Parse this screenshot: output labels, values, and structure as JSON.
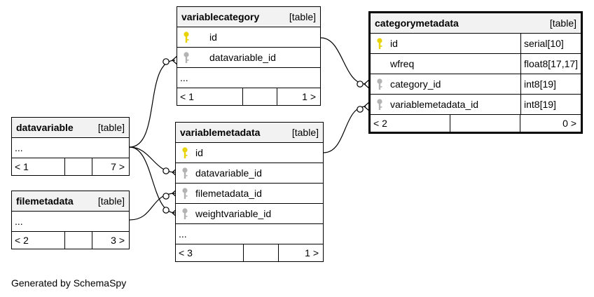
{
  "footer_text": "Generated by SchemaSpy",
  "tables": {
    "variablecategory": {
      "name": "variablecategory",
      "type": "[table]",
      "columns": [
        {
          "name": "id",
          "key": "primary"
        },
        {
          "name": "datavariable_id",
          "key": "foreign"
        }
      ],
      "more": "...",
      "nav": {
        "left": "< 1",
        "right": "1 >"
      }
    },
    "categorymetadata": {
      "name": "categorymetadata",
      "type": "[table]",
      "columns": [
        {
          "name": "id",
          "key": "primary",
          "dtype": "serial[10]"
        },
        {
          "name": "wfreq",
          "key": "none",
          "dtype": "float8[17,17]"
        },
        {
          "name": "category_id",
          "key": "foreign",
          "dtype": "int8[19]"
        },
        {
          "name": "variablemetadata_id",
          "key": "foreign",
          "dtype": "int8[19]"
        }
      ],
      "nav": {
        "left": "< 2",
        "right": "0 >"
      }
    },
    "datavariable": {
      "name": "datavariable",
      "type": "[table]",
      "more": "...",
      "nav": {
        "left": "< 1",
        "right": "7 >"
      }
    },
    "variablemetadata": {
      "name": "variablemetadata",
      "type": "[table]",
      "columns": [
        {
          "name": "id",
          "key": "primary"
        },
        {
          "name": "datavariable_id",
          "key": "foreign"
        },
        {
          "name": "filemetadata_id",
          "key": "foreign"
        },
        {
          "name": "weightvariable_id",
          "key": "foreign"
        }
      ],
      "more": "...",
      "nav": {
        "left": "< 3",
        "right": "1 >"
      }
    },
    "filemetadata": {
      "name": "filemetadata",
      "type": "[table]",
      "more": "...",
      "nav": {
        "left": "< 2",
        "right": "3 >"
      }
    }
  },
  "colors": {
    "primary_key": "#e8d200",
    "foreign_key": "#b3b3b3",
    "header_bg": "#f2f2f2"
  }
}
